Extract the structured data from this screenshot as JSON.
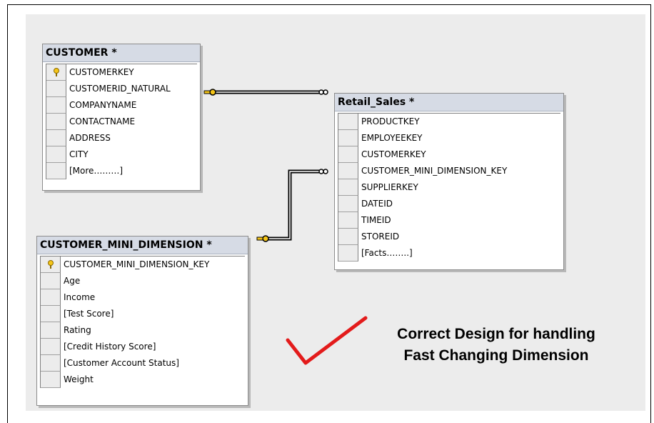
{
  "tables": {
    "customer": {
      "title": "CUSTOMER *",
      "columns": [
        "CUSTOMERKEY",
        "CUSTOMERID_NATURAL",
        "COMPANYNAME",
        "CONTACTNAME",
        "ADDRESS",
        "CITY",
        "[More………]"
      ]
    },
    "retail_sales": {
      "title": "Retail_Sales *",
      "columns": [
        "PRODUCTKEY",
        "EMPLOYEEKEY",
        "CUSTOMERKEY",
        "CUSTOMER_MINI_DIMENSION_KEY",
        "SUPPLIERKEY",
        "DATEID",
        "TIMEID",
        "STOREID",
        "[Facts……..]"
      ]
    },
    "mini_dimension": {
      "title": "CUSTOMER_MINI_DIMENSION *",
      "columns": [
        "CUSTOMER_MINI_DIMENSION_KEY",
        "Age",
        "Income",
        "[Test Score]",
        "Rating",
        "[Credit History Score]",
        "[Customer Account Status]",
        "Weight"
      ]
    }
  },
  "caption": {
    "line1": "Correct Design for handling",
    "line2": "Fast Changing Dimension"
  },
  "colors": {
    "check": "#e31b1b",
    "header": "#d6dbe5"
  }
}
